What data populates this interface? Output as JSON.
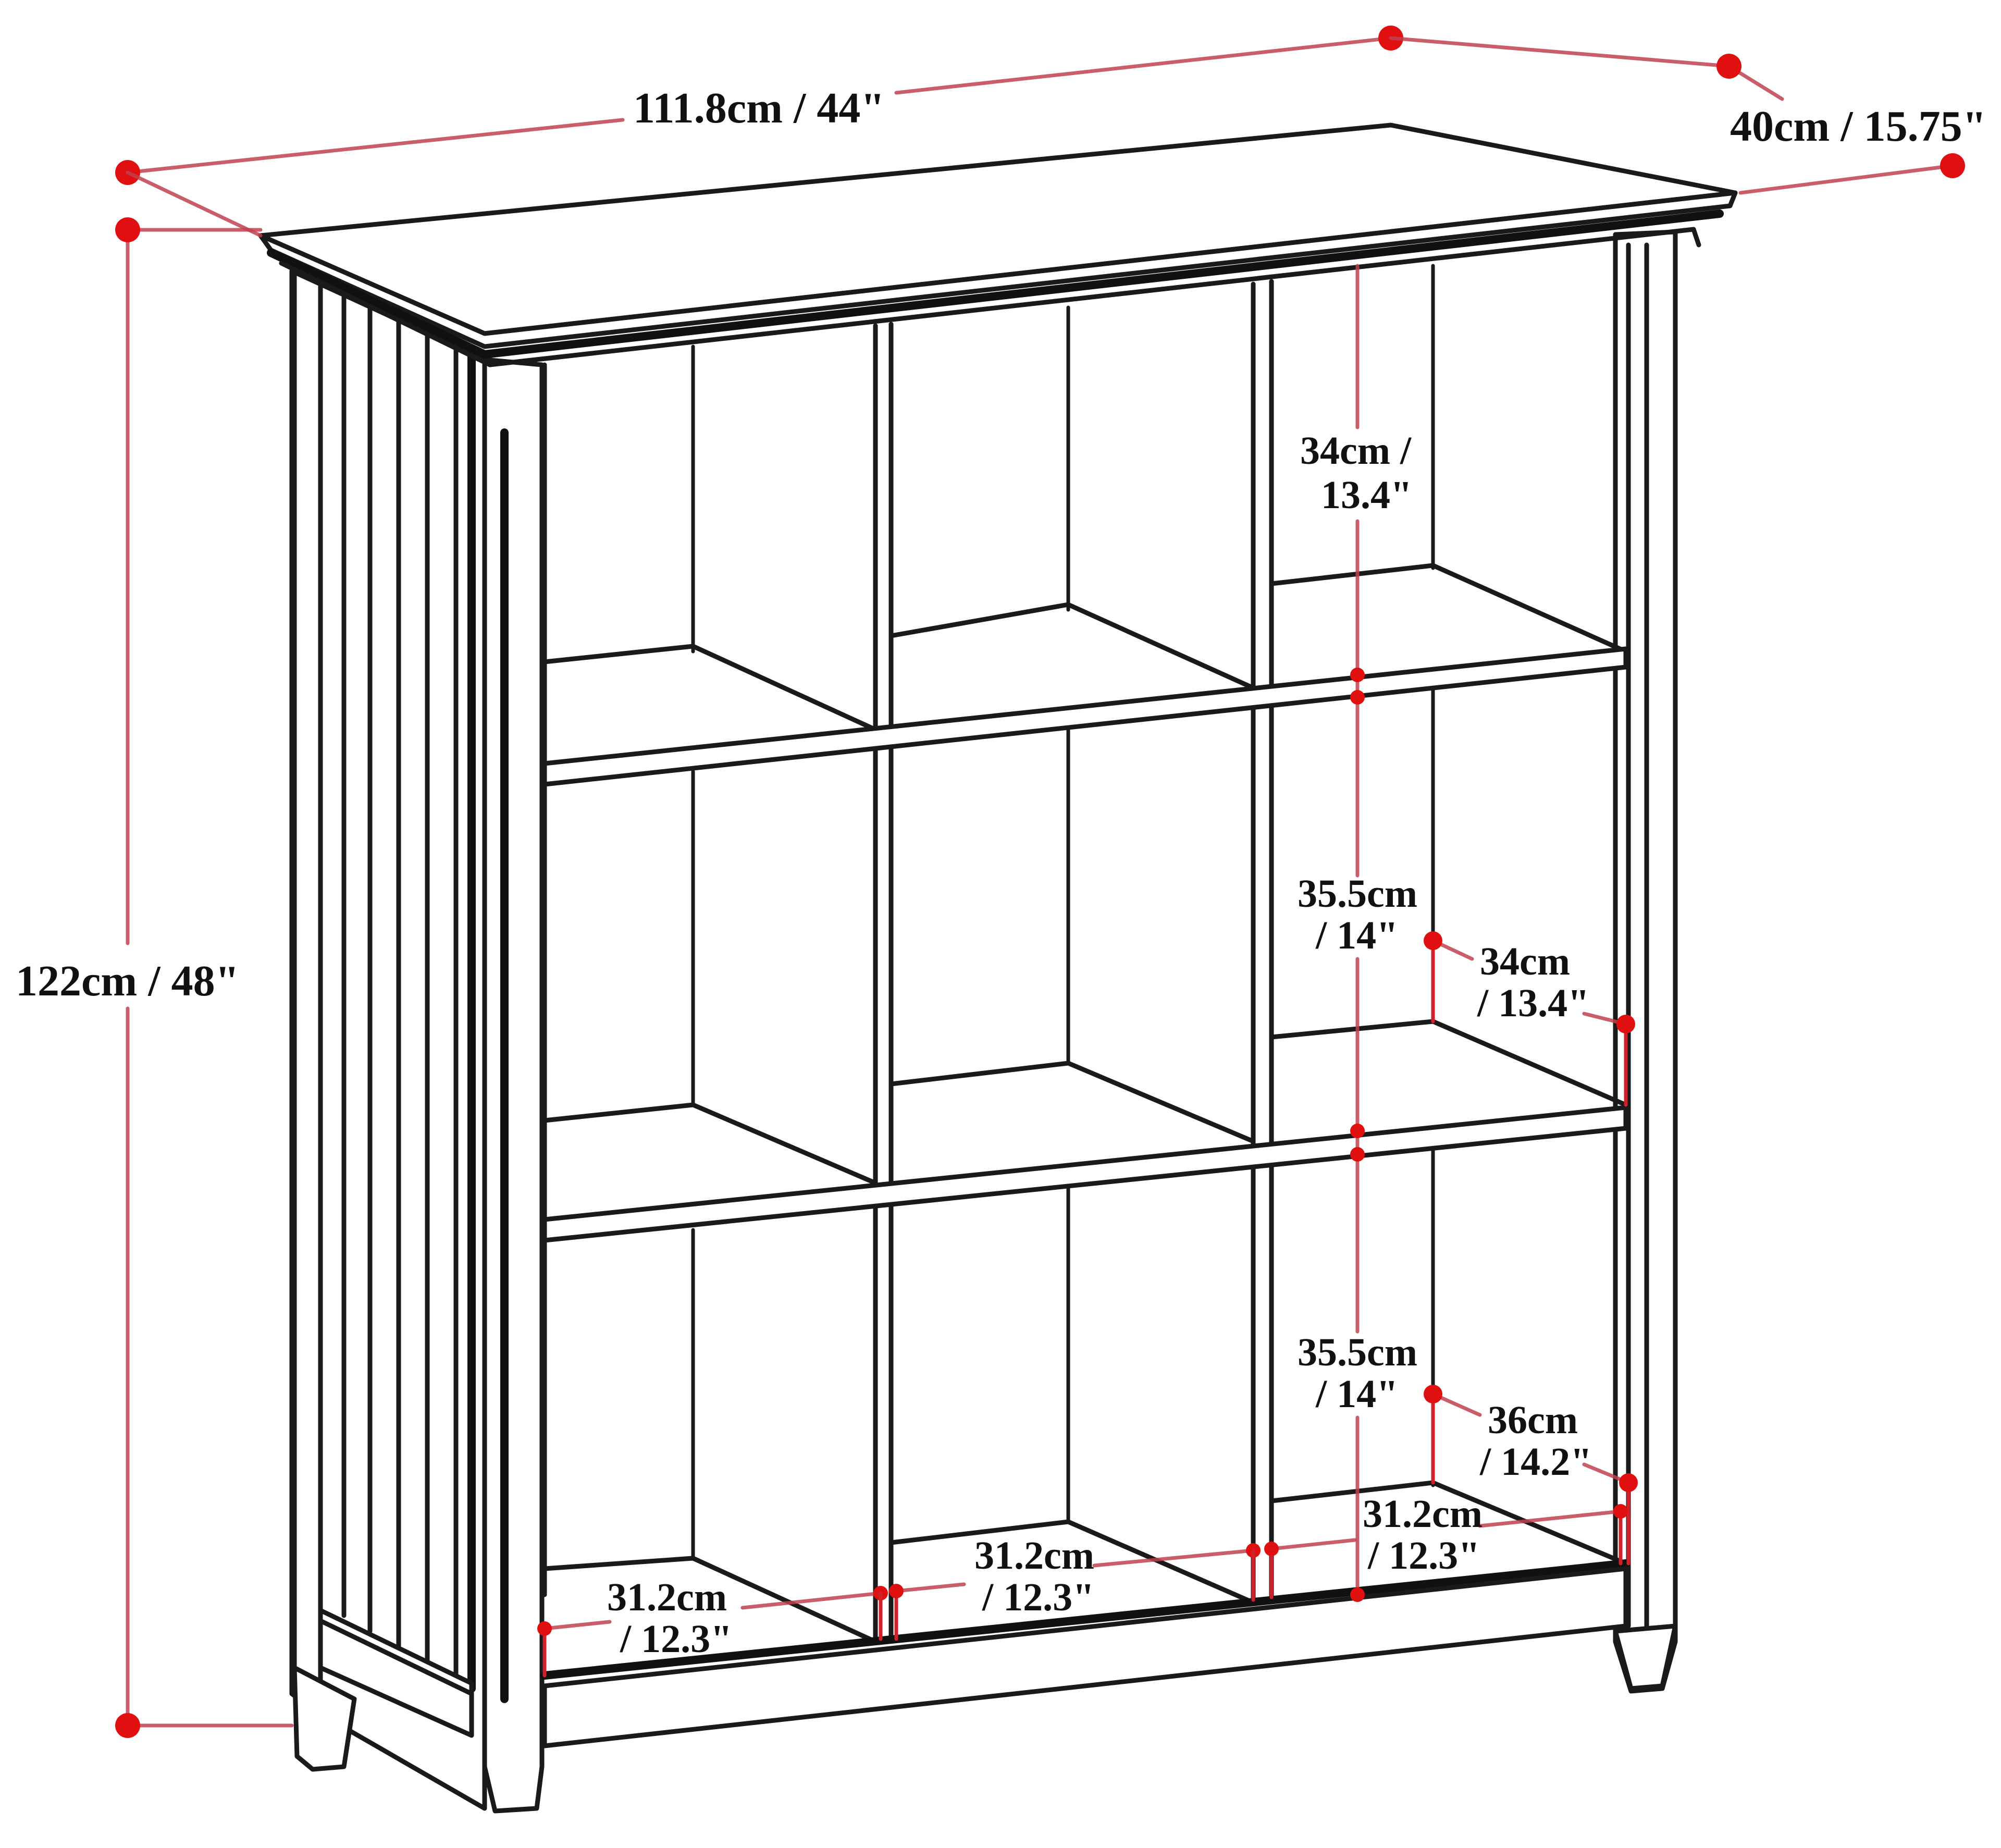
{
  "diagram": {
    "type": "product-dimension-drawing",
    "subject": "9-cube bookcase with slatted side panels",
    "line_color": "#1a1a1a",
    "dimension_color": "#d0202a",
    "overall": {
      "width_label": "111.8cm / 44\"",
      "depth_label": "40cm / 15.75\"",
      "height_label": "122cm / 48\""
    },
    "cubby_heights": {
      "top_row": {
        "line1": "34cm /",
        "line2": "13.4\""
      },
      "middle_row": {
        "line1": "35.5cm",
        "line2": "/ 14\""
      },
      "bottom_row": {
        "line1": "35.5cm",
        "line2": "/ 14\""
      }
    },
    "cubby_depths": {
      "middle_row": {
        "line1": "34cm",
        "line2": "/ 13.4\""
      },
      "bottom_row": {
        "line1": "36cm",
        "line2": "/ 14.2\""
      }
    },
    "cubby_widths": [
      {
        "line1": "31.2cm",
        "line2": "/ 12.3\""
      },
      {
        "line1": "31.2cm",
        "line2": "/ 12.3\""
      },
      {
        "line1": "31.2cm",
        "line2": "/ 12.3\""
      }
    ],
    "grid": {
      "rows": 3,
      "columns": 3
    }
  }
}
